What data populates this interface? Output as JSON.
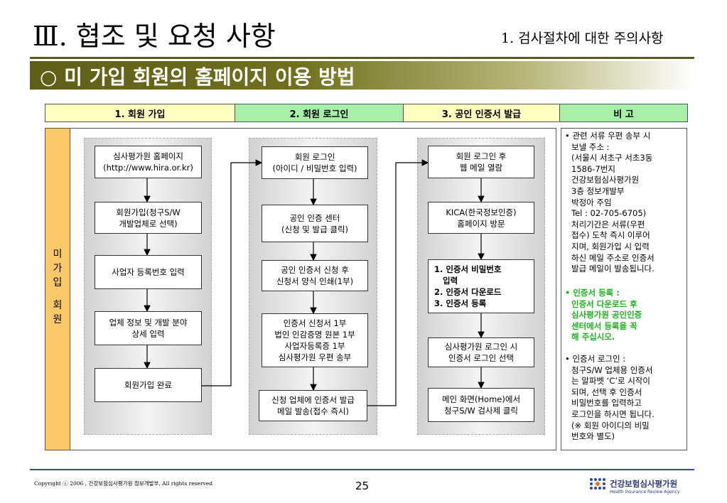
{
  "header": {
    "title": "Ⅲ. 협조 및 요청 사항",
    "subtitle": "1. 검사절차에 대한 주의사항"
  },
  "banner": {
    "text": "○ 미 가입 회원의 홈페이지 이용 방법"
  },
  "columns": [
    {
      "label": "1. 회원 가입",
      "color": "#ffffc0"
    },
    {
      "label": "2. 회원 로그인",
      "color": "#a8f0a8"
    },
    {
      "label": "3. 공인 인증서 발급",
      "color": "#ffffc0"
    },
    {
      "label": "비 고",
      "color": "#a8f0a8"
    }
  ],
  "side_label": [
    "미",
    "가",
    "입",
    "",
    "회",
    "원"
  ],
  "lanes": [
    {
      "boxes": [
        {
          "lines": [
            "심사평가원 홈페이지",
            "(http://www.hira.or.kr)"
          ]
        },
        {
          "lines": [
            "회원가입(청구S/W",
            "개발업체로 선택)"
          ]
        },
        {
          "lines": [
            "사업자 등록번호 입력"
          ]
        },
        {
          "lines": [
            "업체 정보 및 개발 분야",
            "상세 입력"
          ]
        },
        {
          "lines": [
            "회원가입 완료"
          ]
        }
      ]
    },
    {
      "boxes": [
        {
          "lines": [
            "회원 로그인",
            "(아이디 / 비밀번호 입력)"
          ]
        },
        {
          "lines": [
            "공인 인증 센터",
            "(신청 및 발급 클릭)"
          ]
        },
        {
          "lines": [
            "공인 인증서 신청 후",
            "신청서 양식 인쇄(1부)"
          ]
        },
        {
          "lines": [
            "인증서 신청서 1부",
            "법인 인감증명 원본 1부",
            "사업자등록증 1부",
            "심사평가원 우편 송부"
          ]
        },
        {
          "lines": [
            "신청 업체에 인증서 발급",
            "메일 발송(접수 즉시)"
          ]
        }
      ]
    },
    {
      "boxes": [
        {
          "lines": [
            "회원 로그인 후",
            "웹 메일 열람"
          ]
        },
        {
          "lines": [
            "KICA(한국정보인증)",
            "홈페이지 방문"
          ]
        },
        {
          "lines": [
            "1. 인증서 비밀번호",
            "   입력",
            "2. 인증서 다운로드",
            "3. 인증서 등록"
          ]
        },
        {
          "lines": [
            "심사평가원 로그인 시",
            "인증서 로그인 선택"
          ]
        },
        {
          "lines": [
            "메인 화면(Home)에서",
            "청구S/W 검사제 클릭"
          ]
        }
      ]
    }
  ],
  "notes": [
    {
      "lines": [
        "• 관련 서류 우편 송부 시",
        "보낼 주소 :",
        "(서울시 서초구 서초3동",
        "1586-7번지",
        "건강보험심사평가원",
        "3층 정보개발부",
        "박정아 주임",
        "Tel : 02-705-6705)",
        "처리기간은 서류(우편",
        "접수) 도착 즉시 이루어",
        "지며, 회원가입 시 입력",
        "하신 메일 주소로 인증서",
        "발급 메일이 발송됩니다."
      ]
    },
    {
      "lines": [
        "• 인증서 등록 :",
        "인증서 다운로드 후",
        "심사평가원 공인인증",
        "센터에서 등록을 꼭",
        "해 주십시오."
      ]
    },
    {
      "lines": [
        "• 인증서 로그인 :",
        "청구S/W 업체용 인증서",
        "는 알파벳 ‘C’로 시작이",
        "되며, 선택 후 인증서",
        "비밀번호를 입력하고",
        "로그인을 하시면 됩니다.",
        "(※ 회원 아이디의 비밀",
        "   번호와 별도)"
      ]
    }
  ],
  "footer": {
    "copyright": "Copyright ⓒ 2006 , 건강보험심사평가원 정보개발부,  All rights reserved",
    "page_number": "25",
    "logo_name": "건강보험심사평가원",
    "logo_sub": "Health Insurance Review Agency"
  }
}
